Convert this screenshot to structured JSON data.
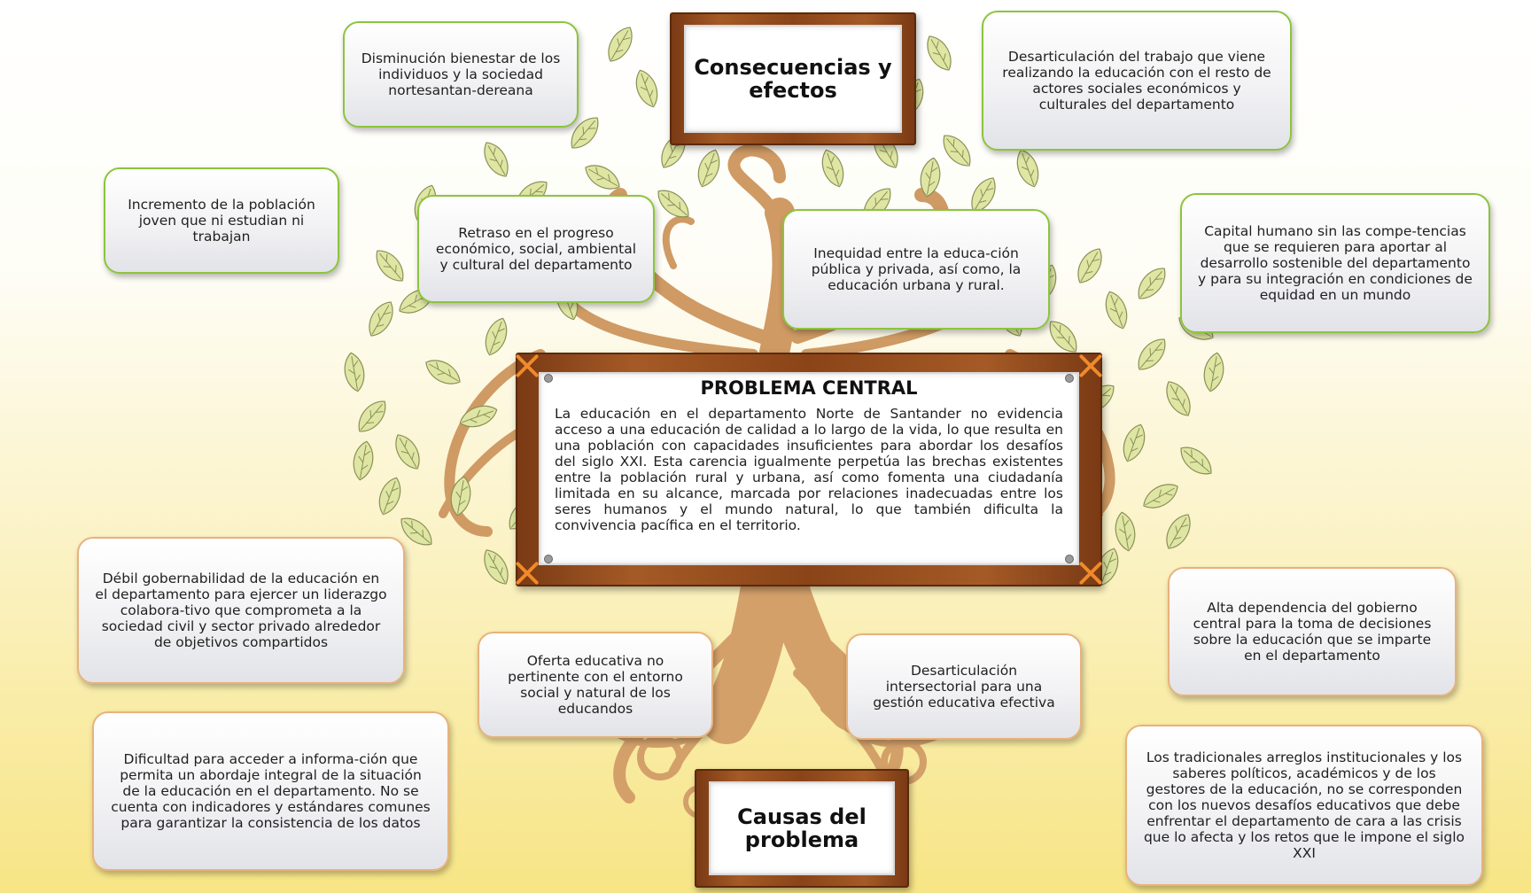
{
  "header_label": "Consecuencias y efectos",
  "central": {
    "title": "PROBLEMA CENTRAL",
    "text": "La educación en el departamento Norte de Santander no evidencia acceso a una educación de calidad a lo largo de la vida, lo que resulta en una población con capacidades insuficientes para abordar los desafíos del siglo XXI. Esta carencia igualmente perpetúa las brechas existentes entre la población rural y urbana, así como fomenta una ciudadanía limitada en su alcance, marcada por relaciones inadecuadas entre los seres humanos y el mundo natural, lo que también dificulta la convivencia pacífica en el territorio."
  },
  "footer_label": "Causas del problema",
  "consequences": [
    "Disminución bienestar de los individuos y la sociedad nortesantan-dereana",
    "Desarticulación del trabajo que viene realizando la educación con el resto de actores sociales económicos y culturales del departamento",
    "Incremento de la población joven que ni estudian ni trabajan",
    "Retraso en el progreso económico, social, ambiental y cultural del departamento",
    "Inequidad entre la educa-ción pública y privada, así como, la educación urbana y rural.",
    "Capital humano sin las compe-tencias que se requieren para aportar al desarrollo sostenible del departamento y para su integración en condiciones de equidad en un mundo"
  ],
  "causes": [
    "Débil gobernabilidad de la educación en el departamento para ejercer un liderazgo colabora-tivo que comprometa a la sociedad civil y sector privado alrededor de objetivos compartidos",
    "Oferta educativa no pertinente con el entorno social y natural de los educandos",
    "Desarticulación intersectorial para una gestión educativa efectiva",
    "Alta dependencia del gobierno central para la toma de decisiones sobre la educación que se imparte en el departamento",
    "Dificultad para acceder a informa-ción que permita un abordaje integral de la situación de la educación en el departamento. No se cuenta con indicadores y estándares comunes para garantizar la consistencia de los datos",
    "Los tradicionales arreglos institucionales y los saberes políticos, académicos y de los gestores de la educación, no se corresponden con los nuevos desafíos educativos que debe enfrentar el departamento de cara a las crisis que lo afecta y los retos que le impone el siglo XXI"
  ],
  "colors": {
    "consequence_border": "#8cc43d",
    "cause_border": "#e8b27c",
    "leaf": "#dfe6a4",
    "trunk": "#cf9a64",
    "frame_wood": "#8a4418"
  }
}
